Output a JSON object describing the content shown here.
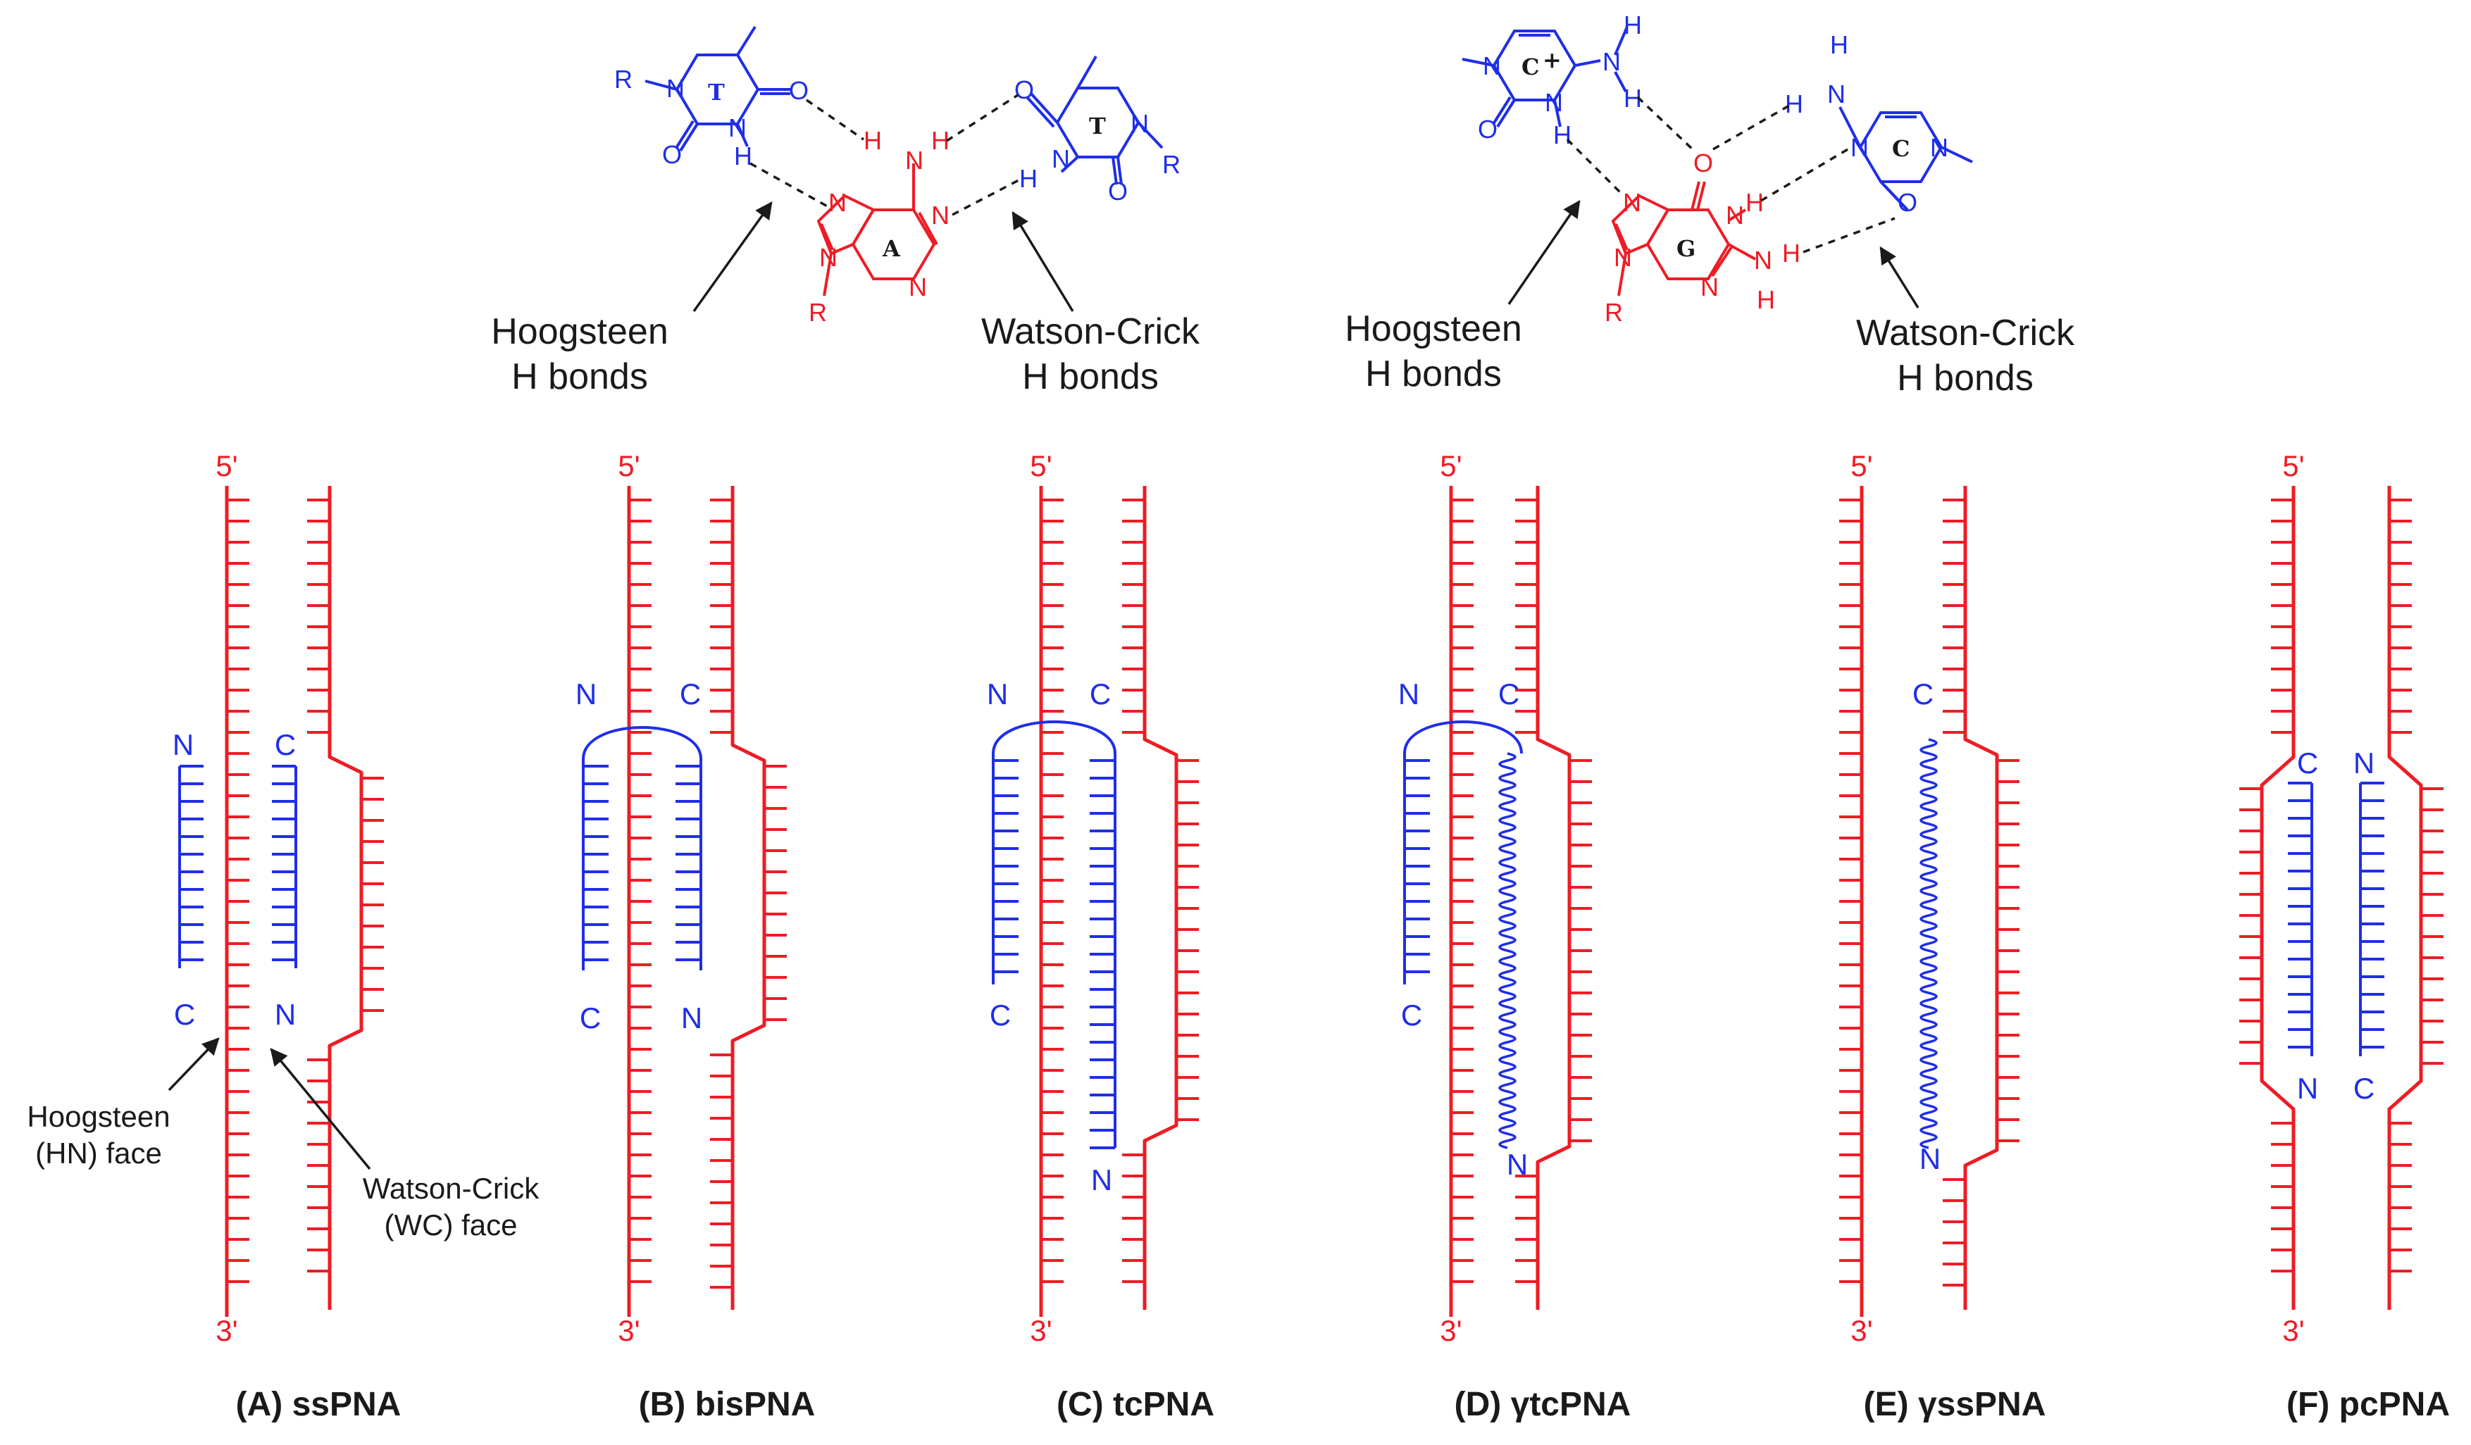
{
  "colors": {
    "dna": "#ee1c25",
    "pna": "#1f2ee8",
    "text": "#1a1a1a",
    "arrow": "#1a1a1a"
  },
  "chem": {
    "at": {
      "t_left": {
        "ring_label": "T",
        "N1": "N",
        "N3": "N",
        "O2": "O",
        "O4": "O",
        "H3": "H",
        "R": "R"
      },
      "a_center": {
        "ring_label": "A",
        "N1": "N",
        "N3": "N",
        "N7": "N",
        "N9": "N",
        "N6": "N",
        "H6a": "H",
        "H6b": "H",
        "R": "R"
      },
      "t_right": {
        "ring_label": "T",
        "N1": "N",
        "N3": "N",
        "O2": "O",
        "O4": "O",
        "H3": "H",
        "R": "R"
      },
      "hoogsteen_label_1": "Hoogsteen",
      "hoogsteen_label_2": "H bonds",
      "wc_label_1": "Watson-Crick",
      "wc_label_2": "H bonds"
    },
    "cg": {
      "c_plus_left": {
        "ring_label": "C",
        "charge": "+",
        "N1": "N",
        "N3": "N",
        "O2": "O",
        "N4": "N",
        "H4a": "H",
        "H4b": "H",
        "H3": "H"
      },
      "g_center": {
        "ring_label": "G",
        "N1": "N",
        "N3": "N",
        "N7": "N",
        "N9": "N",
        "O6": "O",
        "N2": "N",
        "H1": "H",
        "H2a": "H",
        "H2b": "H",
        "R": "R"
      },
      "c_right": {
        "ring_label": "C",
        "N1": "N",
        "N3": "N",
        "O2": "O",
        "N4": "N",
        "H4a": "H",
        "H4b": "H"
      },
      "hoogsteen_label_1": "Hoogsteen",
      "hoogsteen_label_2": "H bonds",
      "wc_label_1": "Watson-Crick",
      "wc_label_2": "H bonds"
    }
  },
  "panels": [
    {
      "id": "A",
      "caption_prefix": "(A) ",
      "caption_name": "ssPNA",
      "five_prime": "5'",
      "three_prime": "3'",
      "pna_ends": {
        "top_left": "N",
        "top_right": "C",
        "bottom_left": "C",
        "bottom_right": "N"
      },
      "hn_face_1": "Hoogsteen",
      "hn_face_2": "(HN) face",
      "wc_face_1": "Watson-Crick",
      "wc_face_2": "(WC) face"
    },
    {
      "id": "B",
      "caption_prefix": "(B) ",
      "caption_name": "bisPNA",
      "five_prime": "5'",
      "three_prime": "3'",
      "pna_ends": {
        "top_left": "N",
        "top_right": "C",
        "bottom_left": "C",
        "bottom_right": "N"
      }
    },
    {
      "id": "C",
      "caption_prefix": "(C) ",
      "caption_name": "tcPNA",
      "five_prime": "5'",
      "three_prime": "3'",
      "pna_ends": {
        "top_left": "N",
        "top_right": "C",
        "bottom_left": "C",
        "bottom_right": "N"
      }
    },
    {
      "id": "D",
      "caption_prefix": "(D) ",
      "caption_name": "γtcPNA",
      "five_prime": "5'",
      "three_prime": "3'",
      "pna_ends": {
        "top_left": "N",
        "top_right": "C",
        "bottom_left": "C",
        "bottom_right": "N"
      }
    },
    {
      "id": "E",
      "caption_prefix": "(E) ",
      "caption_name": "γssPNA",
      "five_prime": "5'",
      "three_prime": "3'",
      "pna_ends": {
        "top_right": "C",
        "bottom_right": "N"
      }
    },
    {
      "id": "F",
      "caption_prefix": "(F) ",
      "caption_name": "pcPNA",
      "five_prime": "5'",
      "three_prime": "3'",
      "pna_ends": {
        "top_left": "C",
        "top_right": "N",
        "bottom_left": "N",
        "bottom_right": "C"
      }
    }
  ]
}
